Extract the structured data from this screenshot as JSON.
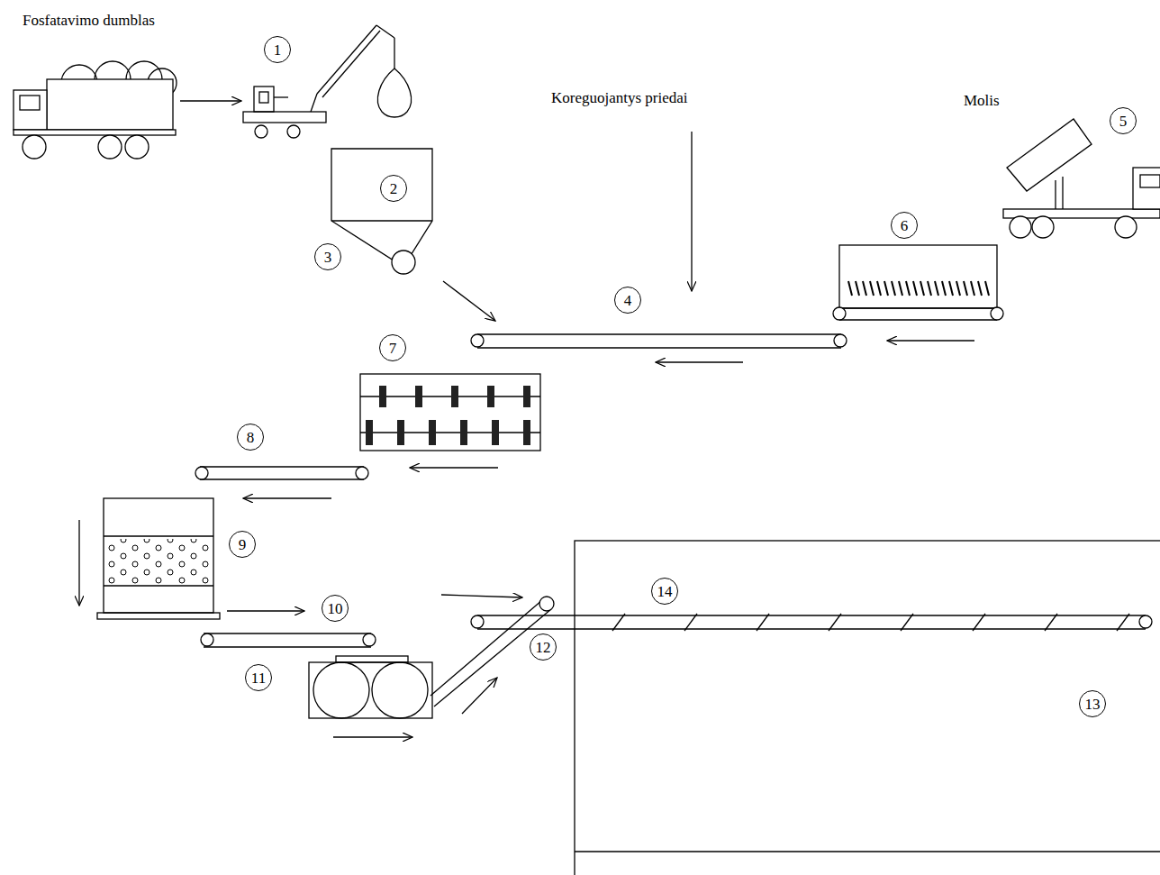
{
  "diagram": {
    "nodes": [
      {
        "text": [
          "1"
        ]
      },
      {
        "text": [
          "2"
        ]
      },
      {
        "text": [
          "3"
        ]
      },
      {
        "text": [
          "4"
        ]
      },
      {
        "text": [
          "5"
        ]
      },
      {
        "text": [
          "6"
        ]
      },
      {
        "text": [
          "7"
        ]
      },
      {
        "text": [
          "8"
        ]
      },
      {
        "text": [
          "9"
        ]
      },
      {
        "text": [
          "10"
        ]
      },
      {
        "text": [
          "11"
        ]
      },
      {
        "text": [
          "12"
        ]
      },
      {
        "text": [
          "13"
        ]
      },
      {
        "text": [
          "14"
        ]
      }
    ],
    "labels": [
      "Fosfatavimo dumblas",
      "Koreguojantys priedai",
      "Molis"
    ]
  }
}
